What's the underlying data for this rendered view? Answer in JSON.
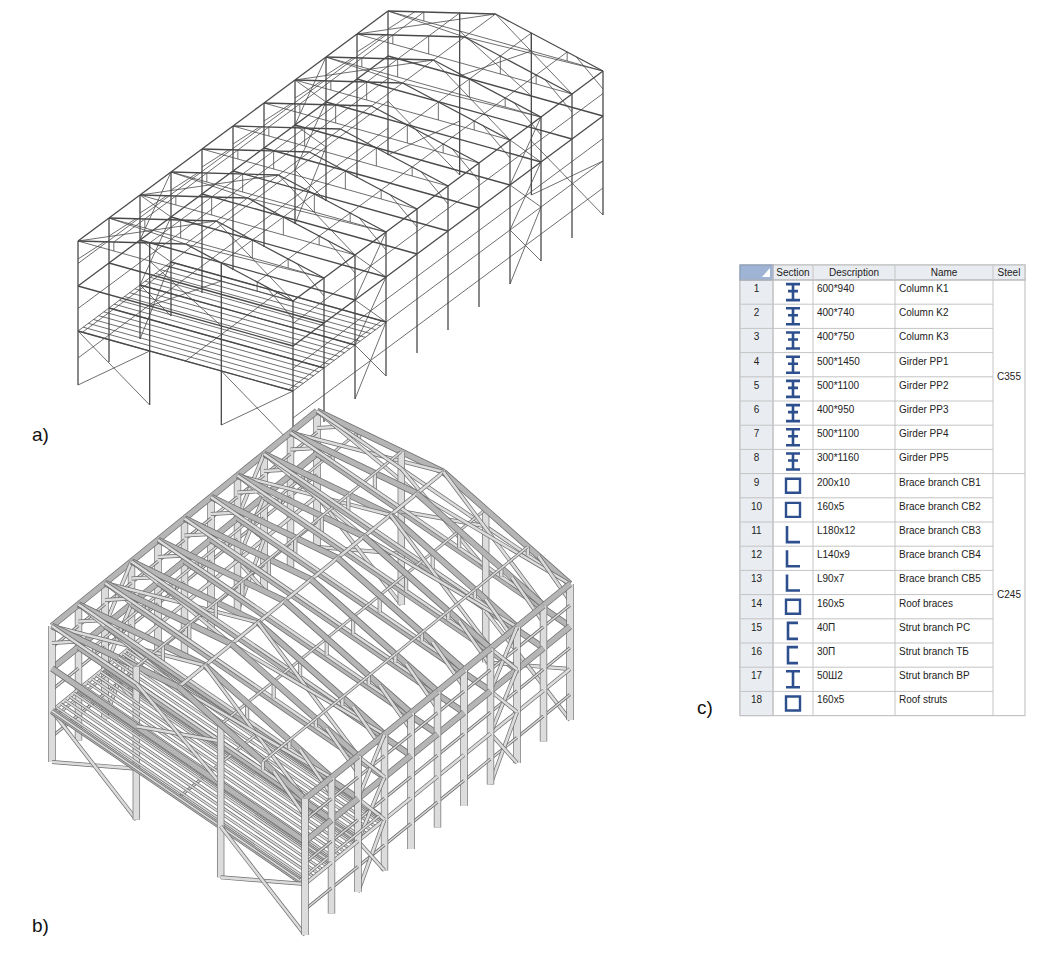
{
  "diagram": {
    "labels": [
      "a)",
      "b)",
      "c)",
      "Section",
      "Description",
      "Name",
      "Steel",
      "1",
      "600*940",
      "Column K1",
      "2",
      "400*740",
      "Column K2",
      "3",
      "400*750",
      "Column K3",
      "4",
      "500*1450",
      "Girder PP1",
      "5",
      "500*1100",
      "Girder PP2",
      "6",
      "400*950",
      "Girder PP3",
      "7",
      "500*1100",
      "Girder PP4",
      "8",
      "300*1160",
      "Girder PP5",
      "9",
      "200x10",
      "Brace branch CB1",
      "10",
      "160x5",
      "Brace branch CB2",
      "11",
      "L180x12",
      "Brace branch CB3",
      "12",
      "L140x9",
      "Brace branch CB4",
      "13",
      "L90x7",
      "Brace branch CB5",
      "14",
      "160x5",
      "Roof braces",
      "15",
      "40П",
      "Strut branch PC",
      "16",
      "30П",
      "Strut branch ТБ",
      "17",
      "50Ш2",
      "Strut branch BP",
      "18",
      "160x5",
      "Roof struts",
      "C355",
      "C245"
    ]
  }
}
